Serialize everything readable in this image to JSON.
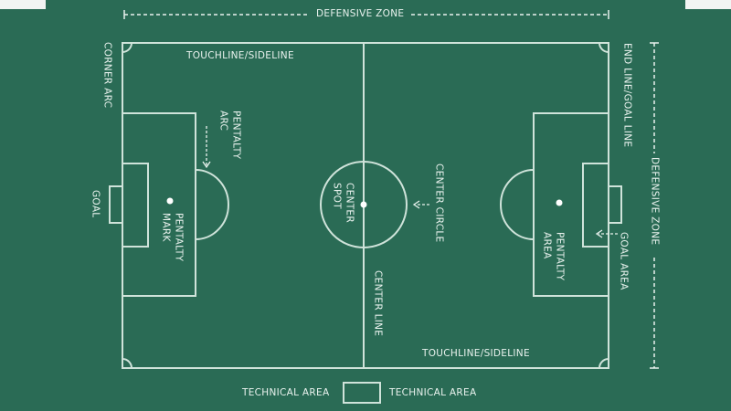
{
  "colors": {
    "field": "#2a6b55",
    "line": "#cfe3da",
    "text": "#e9f2ee",
    "notch": "#f2f4f3"
  },
  "labels": {
    "defensive_zone_top": "DEFENSIVE ZONE",
    "defensive_zone_right": "DEFENSIVE ZONE",
    "touchline_top": "TOUCHLINE/SIDELINE",
    "touchline_bottom": "TOUCHLINE/SIDELINE",
    "corner_arc": "CORNER ARC",
    "end_line": "END LINE/GOAL LINE",
    "penalty_arc_1": "PENTALTY",
    "penalty_arc_2": "ARC",
    "goal": "GOAL",
    "penalty_mark_1": "PENTALTY",
    "penalty_mark_2": "MARK",
    "center_spot_1": "CENTER",
    "center_spot_2": "SPOT",
    "center_circle": "CENTER CIRCLE",
    "center_line": "CENTER LINE",
    "penalty_area_1": "PENTALTY",
    "penalty_area_2": "AREA",
    "goal_area": "GOAL AREA",
    "technical_area_left": "TECHNICAL AREA",
    "technical_area_right": "TECHNICAL AREA"
  }
}
